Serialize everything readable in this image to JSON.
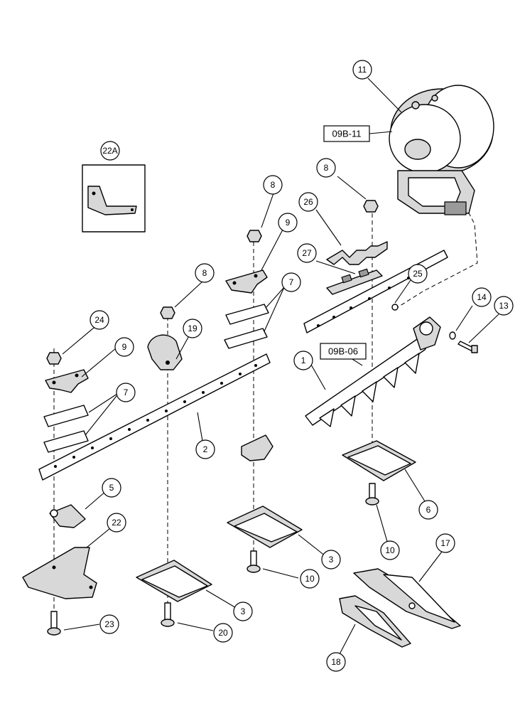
{
  "callouts": {
    "c11": "11",
    "c22a": "22A",
    "c8a": "8",
    "c8b": "8",
    "c8c": "8",
    "c26": "26",
    "c9a": "9",
    "c9b": "9",
    "c27": "27",
    "c7a": "7",
    "c7b": "7",
    "c25": "25",
    "c14": "14",
    "c13": "13",
    "c24": "24",
    "c19": "19",
    "c1": "1",
    "c2": "2",
    "c5": "5",
    "c22": "22",
    "c6": "6",
    "c3a": "3",
    "c3b": "3",
    "c10a": "10",
    "c10b": "10",
    "c17": "17",
    "c20": "20",
    "c23": "23",
    "c18": "18"
  },
  "references": {
    "r1": "09B-11",
    "r2": "09B-06"
  }
}
